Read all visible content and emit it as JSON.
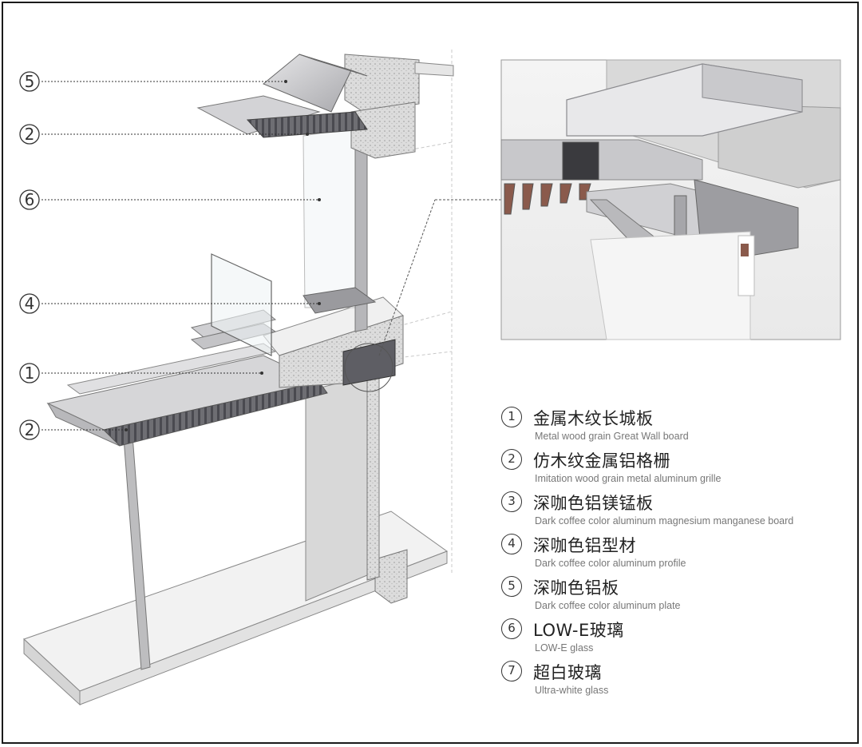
{
  "callouts": [
    {
      "num": "5"
    },
    {
      "num": "2"
    },
    {
      "num": "6"
    },
    {
      "num": "4"
    },
    {
      "num": "1"
    },
    {
      "num": "2"
    }
  ],
  "legend": [
    {
      "num": "1",
      "cn": "金属木纹长城板",
      "en": "Metal wood grain Great Wall board"
    },
    {
      "num": "2",
      "cn": "仿木纹金属铝格栅",
      "en": "Imitation wood grain metal aluminum grille"
    },
    {
      "num": "3",
      "cn": "深咖色铝镁锰板",
      "en": "Dark coffee color aluminum magnesium manganese board"
    },
    {
      "num": "4",
      "cn": "深咖色铝型材",
      "en": "Dark coffee color aluminum profile"
    },
    {
      "num": "5",
      "cn": "深咖色铝板",
      "en": "Dark coffee color aluminum plate"
    },
    {
      "num": "6",
      "cn": "LOW-E玻璃",
      "en": "LOW-E glass"
    },
    {
      "num": "7",
      "cn": "超白玻璃",
      "en": "Ultra-white glass"
    }
  ]
}
